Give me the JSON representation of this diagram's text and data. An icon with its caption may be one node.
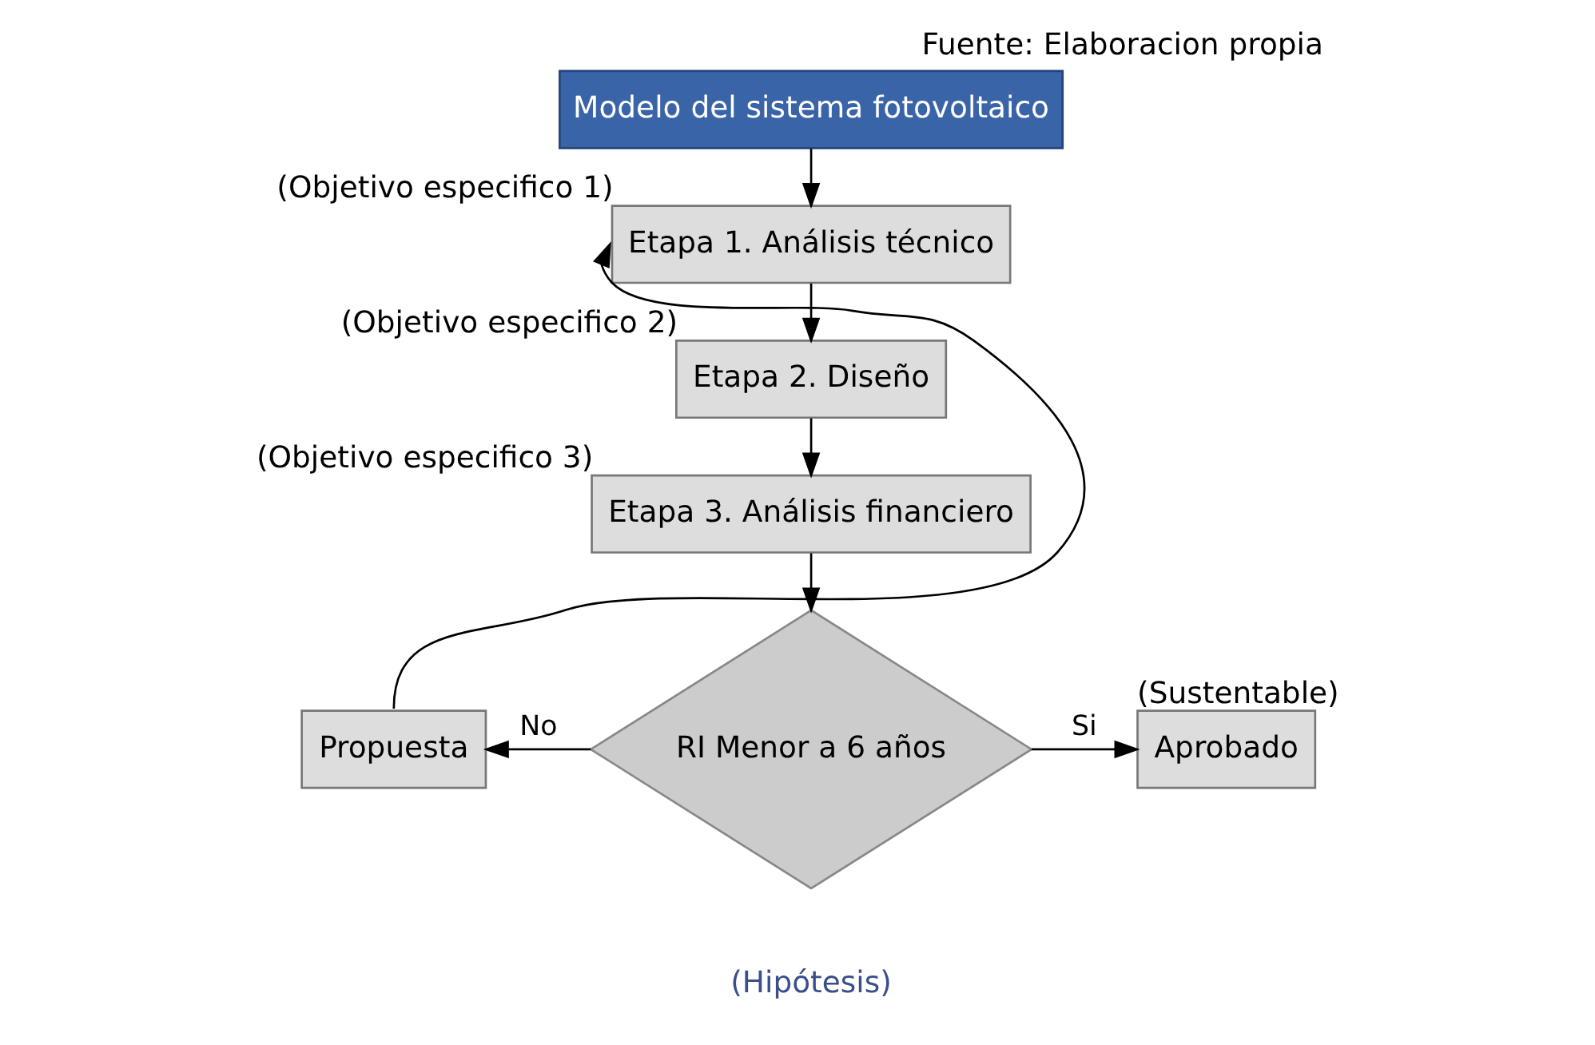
{
  "diagram": {
    "caption": "Fuente: Elaboracion propia",
    "nodes": [
      {
        "text": [
          "Modelo del sistema fotovoltaico"
        ]
      },
      {
        "text": [
          "Etapa 1. Análisis técnico"
        ],
        "beside": [
          "(Objetivo especifico 1)"
        ]
      },
      {
        "text": [
          "Etapa 2. Diseño"
        ],
        "beside": [
          "(Objetivo especifico 2)"
        ]
      },
      {
        "text": [
          "Etapa 3. Análisis financiero"
        ],
        "beside": [
          "(Objetivo especifico 3)"
        ]
      },
      {
        "text": [
          "RI Menor a 6 años"
        ],
        "beside": [
          "(Hipótesis)"
        ]
      },
      {
        "text": [
          "Propuesta"
        ]
      },
      {
        "text": [
          "Aprobado"
        ],
        "beside": [
          "(Sustentable)"
        ]
      }
    ],
    "edges": [
      {
        "from": 0,
        "to": 1,
        "arrow": "to"
      },
      {
        "from": 1,
        "to": 2,
        "arrow": "to"
      },
      {
        "from": 2,
        "to": 3,
        "arrow": "to"
      },
      {
        "from": 3,
        "to": 4,
        "arrow": "to"
      },
      {
        "from": 4,
        "to": 5,
        "arrow": "to",
        "label": "No"
      },
      {
        "from": 4,
        "to": 6,
        "arrow": "to",
        "label": "Si"
      },
      {
        "from": 5,
        "to": 1,
        "arrow": "to"
      }
    ]
  }
}
